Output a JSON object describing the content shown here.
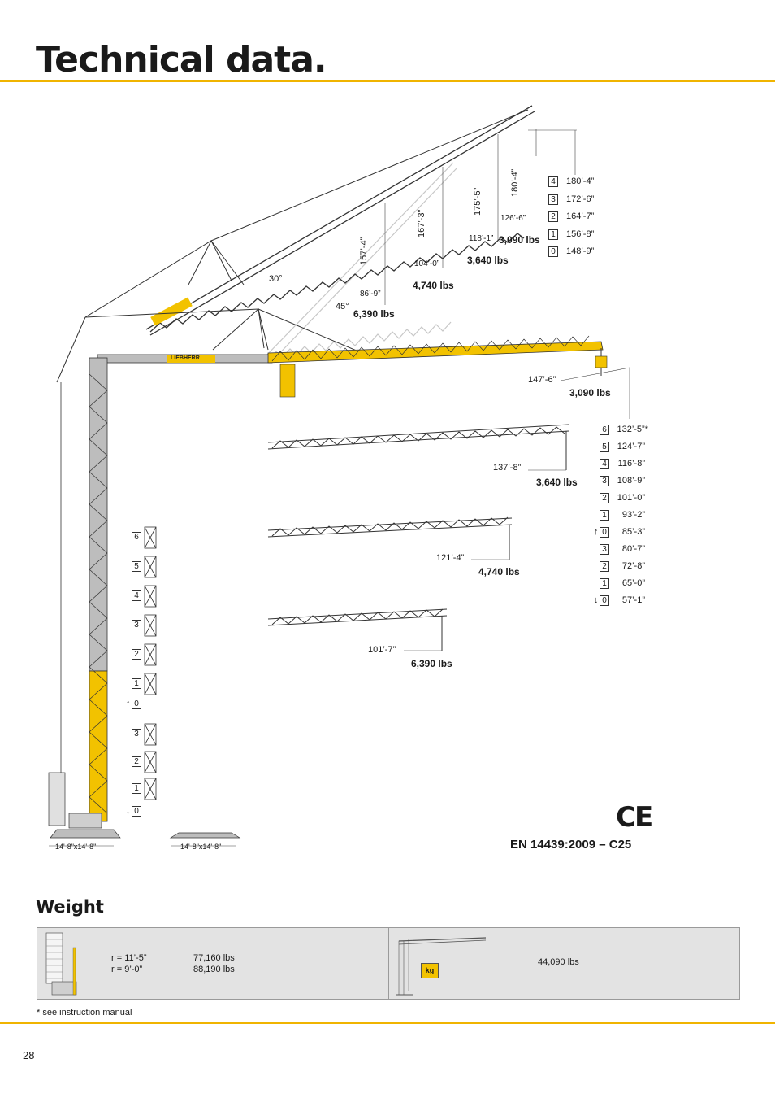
{
  "page": {
    "title": "Technical data.",
    "page_number": "28",
    "footnote": "* see instruction manual"
  },
  "brand": {
    "accent": "#f0b400",
    "crane_yellow": "#f2c200",
    "crane_grey": "#b0b0b0",
    "crane_logo": "LIEBHERR"
  },
  "luffing": {
    "angle_30": "30°",
    "angle_45": "45°",
    "heights": [
      "157’-4”",
      "167’-3”",
      "175’-5”",
      "180’-4”"
    ],
    "radii": [
      "86’-9”",
      "104’-0”",
      "118’-1”",
      "126’-6”"
    ],
    "loads": [
      "6,390 lbs",
      "4,740 lbs",
      "3,640 lbs",
      "3,090 lbs"
    ],
    "height_table": [
      {
        "sec": "4",
        "val": "180’-4”"
      },
      {
        "sec": "3",
        "val": "172’-6”"
      },
      {
        "sec": "2",
        "val": "164’-7”"
      },
      {
        "sec": "1",
        "val": "156’-8”"
      },
      {
        "sec": "0",
        "val": "148’-9”"
      }
    ]
  },
  "jibs": [
    {
      "radius": "147’-6”",
      "load": "3,090 lbs"
    },
    {
      "radius": "137’-8”",
      "load": "3,640 lbs"
    },
    {
      "radius": "121’-4”",
      "load": "4,740 lbs"
    },
    {
      "radius": "101’-7”",
      "load": "6,390 lbs"
    }
  ],
  "hook_height_table": [
    {
      "sec": "6",
      "val": "132’-5”*",
      "arrow": ""
    },
    {
      "sec": "5",
      "val": "124’-7”",
      "arrow": ""
    },
    {
      "sec": "4",
      "val": "116’-8”",
      "arrow": ""
    },
    {
      "sec": "3",
      "val": "108’-9”",
      "arrow": ""
    },
    {
      "sec": "2",
      "val": "101’-0”",
      "arrow": ""
    },
    {
      "sec": "1",
      "val": "93’-2”",
      "arrow": ""
    },
    {
      "sec": "0",
      "val": "85’-3”",
      "arrow": "↑"
    },
    {
      "sec": "3",
      "val": "80’-7”",
      "arrow": ""
    },
    {
      "sec": "2",
      "val": "72’-8”",
      "arrow": ""
    },
    {
      "sec": "1",
      "val": "65’-0”",
      "arrow": ""
    },
    {
      "sec": "0",
      "val": "57’-1”",
      "arrow": "↓"
    }
  ],
  "tower_sections": [
    {
      "label": "6",
      "arrow": ""
    },
    {
      "label": "5",
      "arrow": ""
    },
    {
      "label": "4",
      "arrow": ""
    },
    {
      "label": "3",
      "arrow": ""
    },
    {
      "label": "2",
      "arrow": ""
    },
    {
      "label": "1",
      "arrow": ""
    },
    {
      "label": "0",
      "arrow": "↑"
    },
    {
      "label": "3",
      "arrow": ""
    },
    {
      "label": "2",
      "arrow": ""
    },
    {
      "label": "1",
      "arrow": ""
    },
    {
      "label": "0",
      "arrow": "↓"
    }
  ],
  "base": {
    "dim1": "14'-8\"x14'-8\"",
    "dim2": "14'-8\"x14'-8\""
  },
  "cert": {
    "ce_mark": "CE",
    "standard": "EN 14439:2009 – C25"
  },
  "weight": {
    "title": "Weight",
    "rows": [
      {
        "label": "r = 11’-5”",
        "value": "77,160 lbs"
      },
      {
        "label": "r =   9’-0”",
        "value": "88,190 lbs"
      }
    ],
    "kg_icon": "kg",
    "crane_weight": "44,090 lbs"
  }
}
